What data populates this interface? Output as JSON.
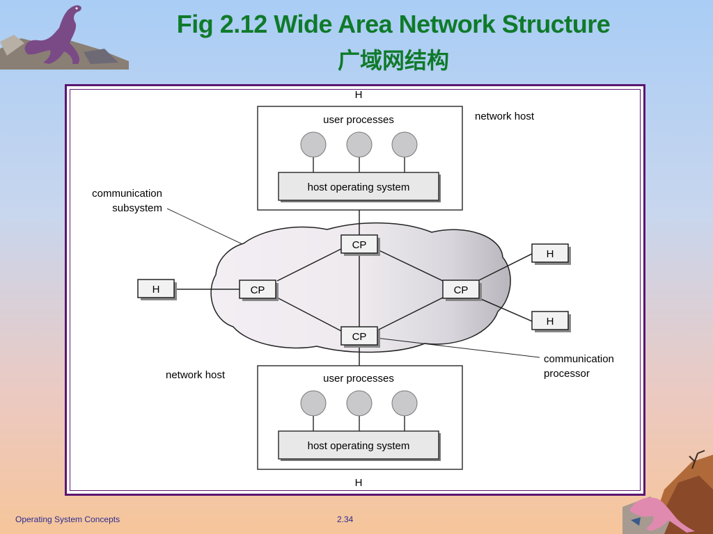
{
  "slide": {
    "title": "Fig 2.12 Wide Area Network Structure",
    "subtitle": "广域网结构",
    "footer_left": "Operating System Concepts",
    "page_number": "2.34"
  },
  "diagram": {
    "top_label": "H",
    "bottom_label": "H",
    "top_host": {
      "user_processes": "user processes",
      "os": "host operating system",
      "caption": "network host"
    },
    "bottom_host": {
      "user_processes": "user processes",
      "os": "host operating system",
      "caption": "network host"
    },
    "comm_subsystem": [
      "communication",
      "subsystem"
    ],
    "comm_processor": [
      "communication",
      "processor"
    ],
    "cp_label": "CP",
    "h_label": "H"
  },
  "colors": {
    "title": "#0f7a2a",
    "frame": "#5a1670",
    "footer": "#2b2b8f"
  },
  "icons": [
    "dinosaur-top-left",
    "dinosaur-bottom-right"
  ]
}
